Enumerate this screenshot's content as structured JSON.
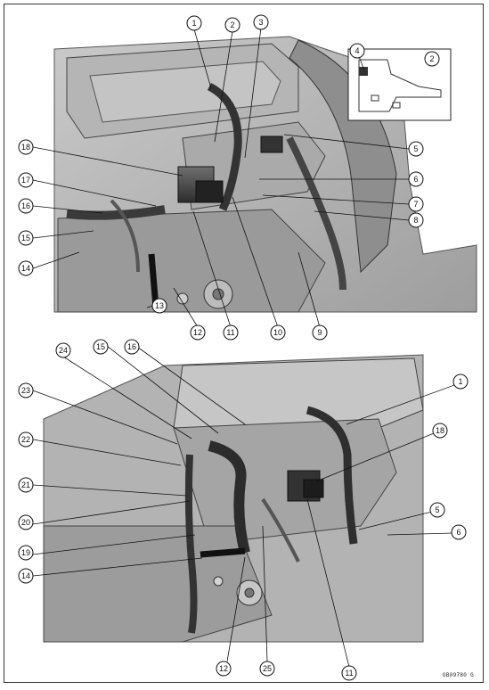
{
  "top_figure": {
    "callouts": [
      "1",
      "2",
      "3",
      "4",
      "5",
      "6",
      "7",
      "8",
      "9",
      "10",
      "11",
      "12",
      "13",
      "14",
      "15",
      "16",
      "17",
      "18"
    ],
    "inset_label": "2"
  },
  "bottom_figure": {
    "callouts": [
      "1",
      "5",
      "6",
      "11",
      "12",
      "14",
      "15",
      "16",
      "18",
      "19",
      "20",
      "21",
      "22",
      "23",
      "24",
      "25"
    ]
  },
  "figure_code": "GB09780 G",
  "colors": {
    "line": "#1a1a1a",
    "part_light": "#d9d9d9",
    "part_mid": "#a8a8a8",
    "hose": "#3a3a3a"
  }
}
